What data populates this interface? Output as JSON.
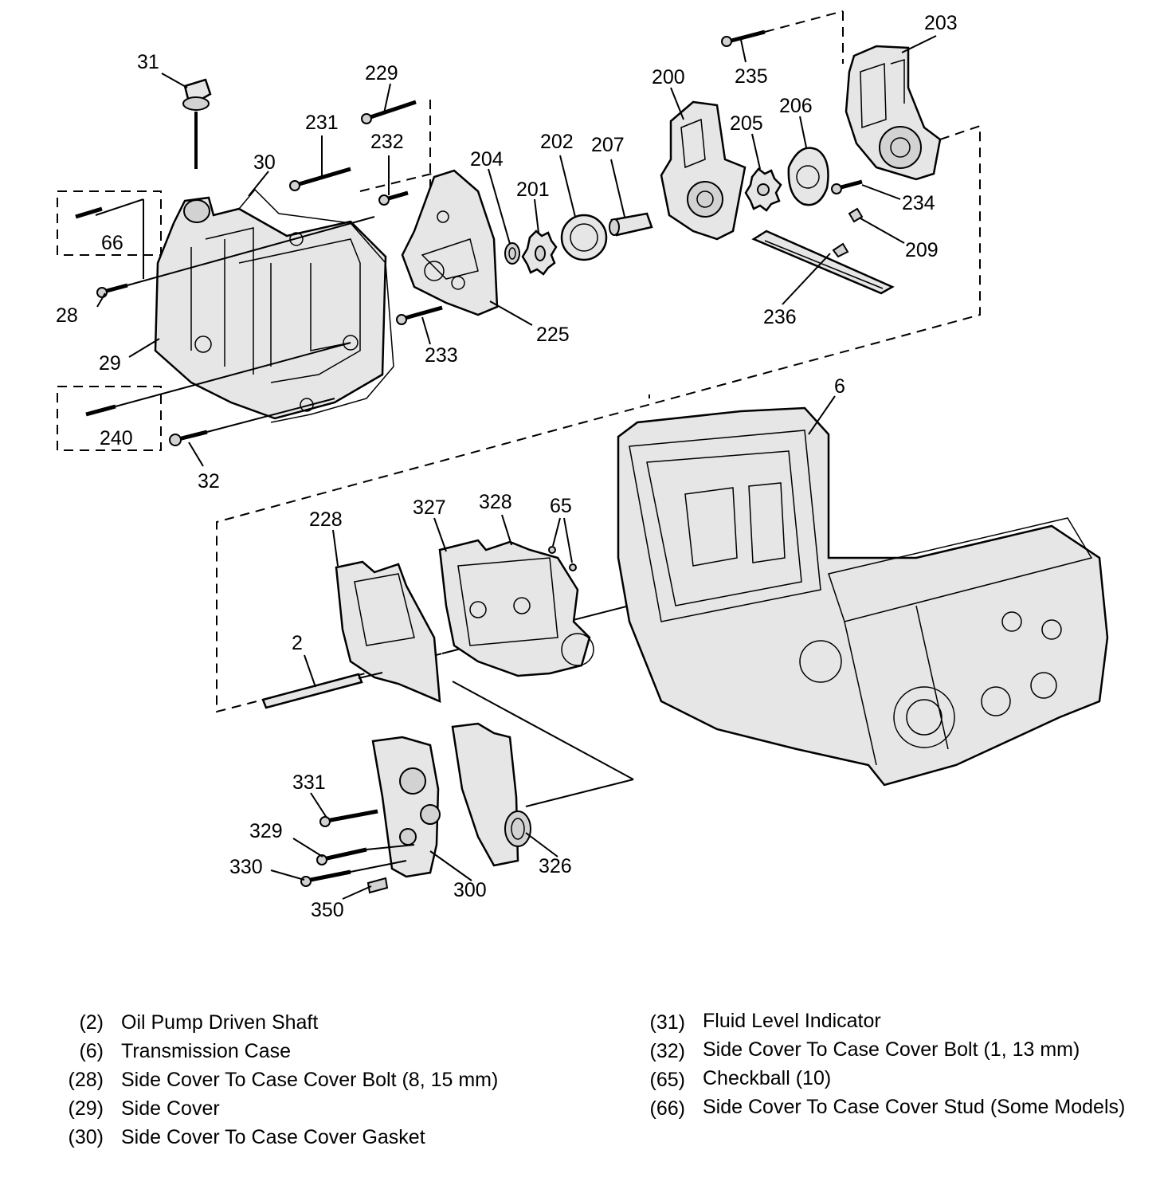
{
  "callouts": [
    {
      "id": "c31",
      "text": "31"
    },
    {
      "id": "c229",
      "text": "229"
    },
    {
      "id": "c231",
      "text": "231"
    },
    {
      "id": "c232",
      "text": "232"
    },
    {
      "id": "c30",
      "text": "30"
    },
    {
      "id": "c204",
      "text": "204"
    },
    {
      "id": "c201",
      "text": "201"
    },
    {
      "id": "c202",
      "text": "202"
    },
    {
      "id": "c207",
      "text": "207"
    },
    {
      "id": "c200",
      "text": "200"
    },
    {
      "id": "c235",
      "text": "235"
    },
    {
      "id": "c205",
      "text": "205"
    },
    {
      "id": "c206",
      "text": "206"
    },
    {
      "id": "c203",
      "text": "203"
    },
    {
      "id": "c234",
      "text": "234"
    },
    {
      "id": "c209",
      "text": "209"
    },
    {
      "id": "c236",
      "text": "236"
    },
    {
      "id": "c66",
      "text": "66"
    },
    {
      "id": "c28",
      "text": "28"
    },
    {
      "id": "c29",
      "text": "29"
    },
    {
      "id": "c233",
      "text": "233"
    },
    {
      "id": "c225",
      "text": "225"
    },
    {
      "id": "c240",
      "text": "240"
    },
    {
      "id": "c32",
      "text": "32"
    },
    {
      "id": "c6",
      "text": "6"
    },
    {
      "id": "c228",
      "text": "228"
    },
    {
      "id": "c327",
      "text": "327"
    },
    {
      "id": "c328",
      "text": "328"
    },
    {
      "id": "c65",
      "text": "65"
    },
    {
      "id": "c2",
      "text": "2"
    },
    {
      "id": "c331",
      "text": "331"
    },
    {
      "id": "c329",
      "text": "329"
    },
    {
      "id": "c330",
      "text": "330"
    },
    {
      "id": "c300",
      "text": "300"
    },
    {
      "id": "c326",
      "text": "326"
    },
    {
      "id": "c350",
      "text": "350"
    }
  ],
  "legend_left": [
    {
      "num": "(2)",
      "text": "Oil Pump Driven Shaft"
    },
    {
      "num": "(6)",
      "text": "Transmission Case"
    },
    {
      "num": "(28)",
      "text": "Side Cover To Case Cover Bolt (8, 15 mm)"
    },
    {
      "num": "(29)",
      "text": "Side Cover"
    },
    {
      "num": "(30)",
      "text": "Side Cover To Case Cover Gasket"
    }
  ],
  "legend_right": [
    {
      "num": "(31)",
      "text": "Fluid Level Indicator"
    },
    {
      "num": "(32)",
      "text": "Side Cover To Case Cover Bolt (1, 13 mm)"
    },
    {
      "num": "(65)",
      "text": "Checkball (10)"
    },
    {
      "num": "(66)",
      "text": "Side Cover To Case Cover Stud (Some Models)"
    }
  ]
}
